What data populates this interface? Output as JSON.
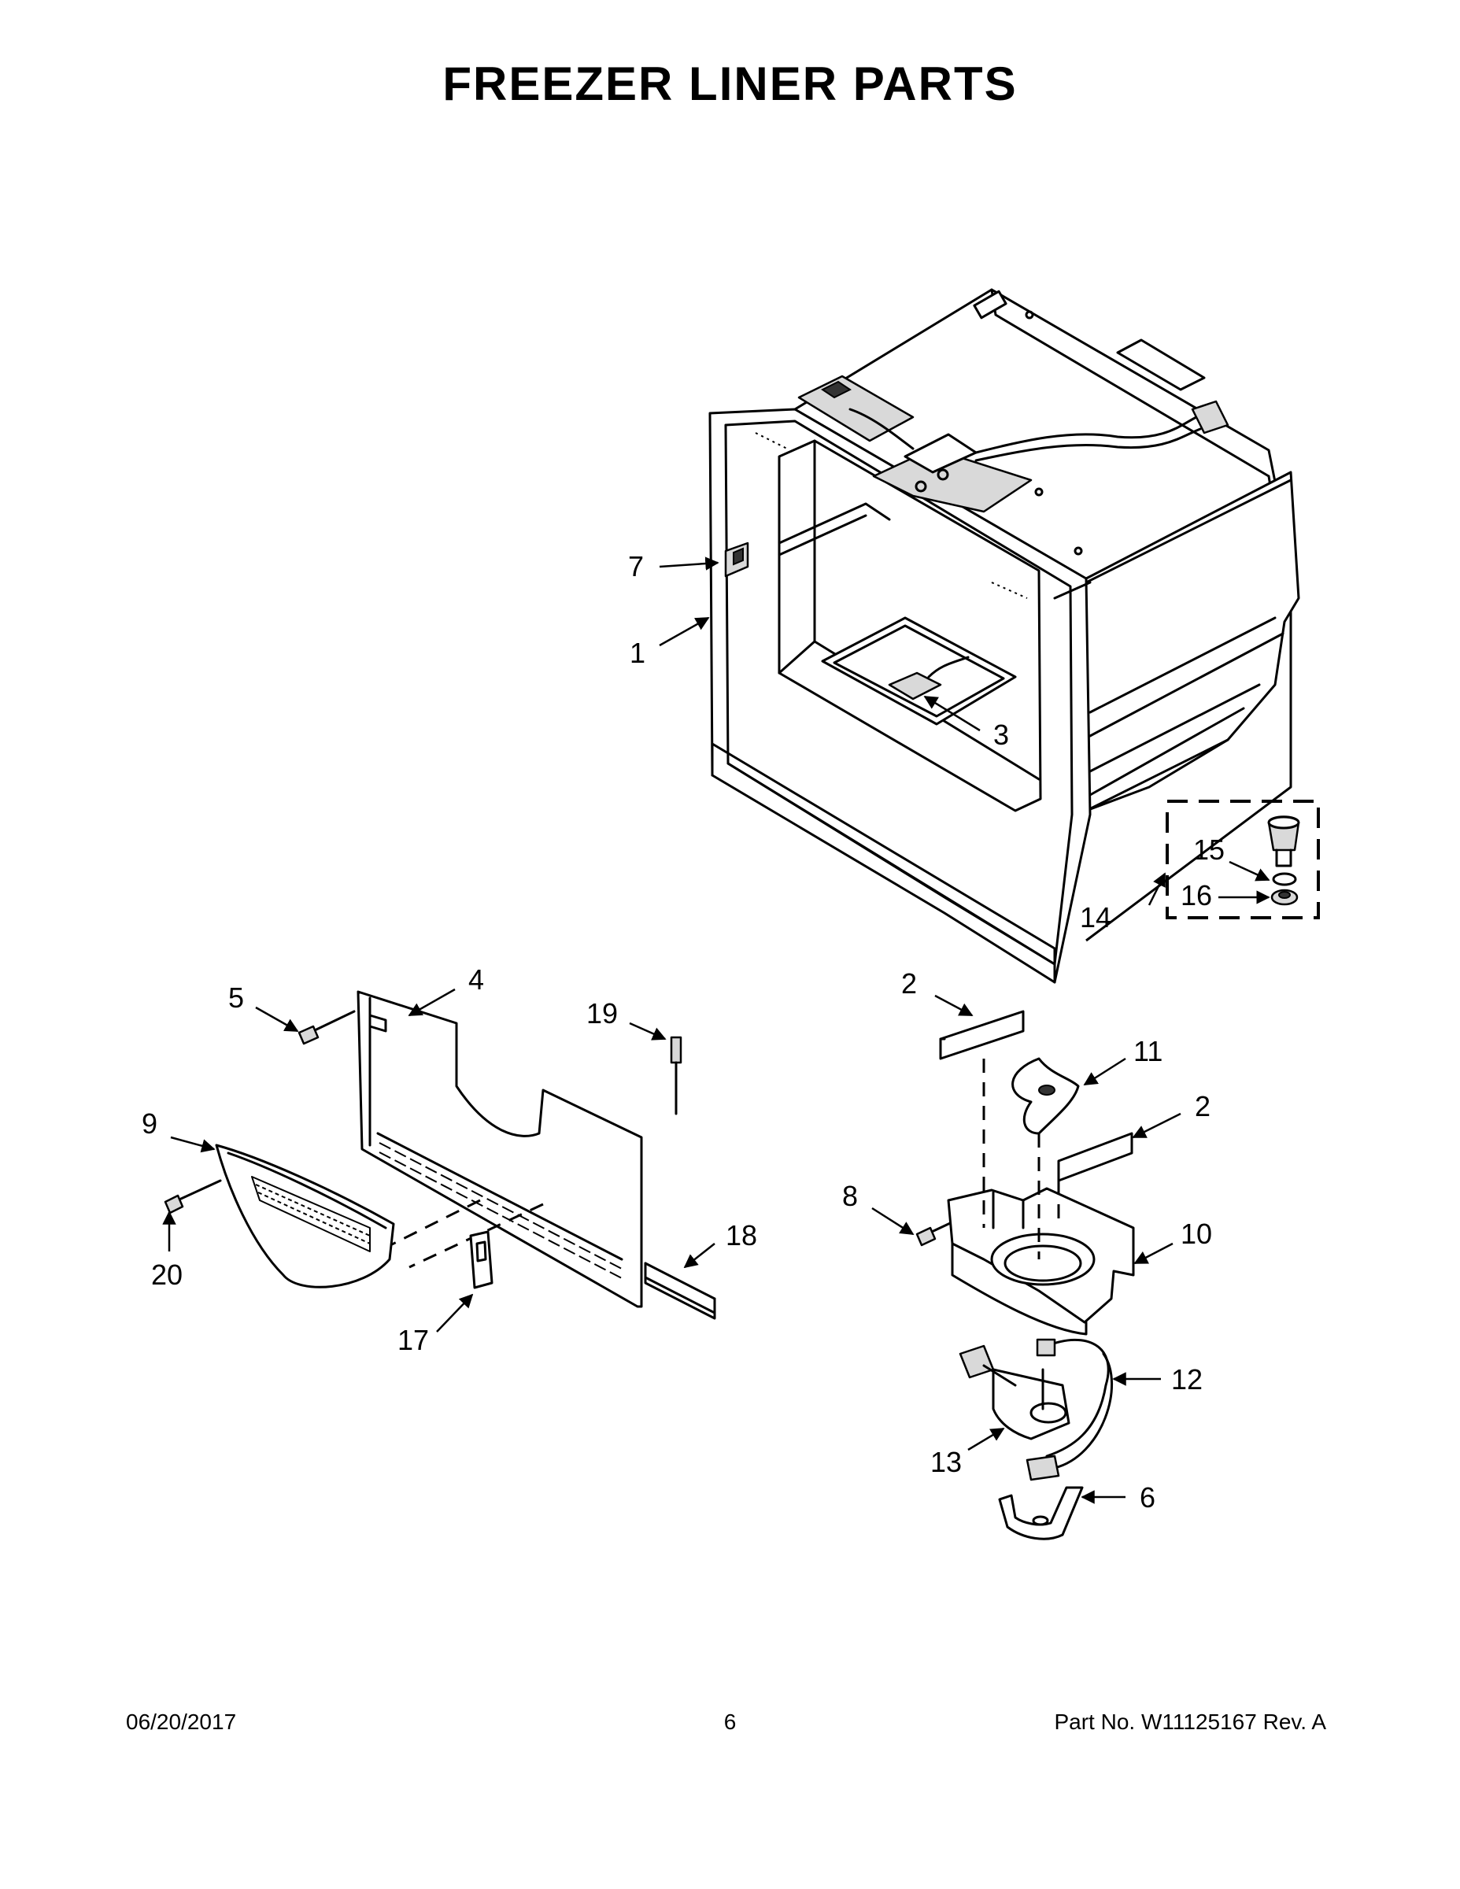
{
  "title": "FREEZER LINER PARTS",
  "callouts": [
    {
      "id": "c1",
      "label": "1"
    },
    {
      "id": "c2a",
      "label": "2"
    },
    {
      "id": "c2b",
      "label": "2"
    },
    {
      "id": "c3",
      "label": "3"
    },
    {
      "id": "c4",
      "label": "4"
    },
    {
      "id": "c5",
      "label": "5"
    },
    {
      "id": "c6",
      "label": "6"
    },
    {
      "id": "c7",
      "label": "7"
    },
    {
      "id": "c8",
      "label": "8"
    },
    {
      "id": "c9",
      "label": "9"
    },
    {
      "id": "c10",
      "label": "10"
    },
    {
      "id": "c11",
      "label": "11"
    },
    {
      "id": "c12",
      "label": "12"
    },
    {
      "id": "c13",
      "label": "13"
    },
    {
      "id": "c14",
      "label": "14"
    },
    {
      "id": "c15",
      "label": "15"
    },
    {
      "id": "c16",
      "label": "16"
    },
    {
      "id": "c17",
      "label": "17"
    },
    {
      "id": "c18",
      "label": "18"
    },
    {
      "id": "c19",
      "label": "19"
    },
    {
      "id": "c20",
      "label": "20"
    }
  ],
  "footer": {
    "date": "06/20/2017",
    "page": "6",
    "part": "Part No.  W11125167  Rev.  A"
  }
}
